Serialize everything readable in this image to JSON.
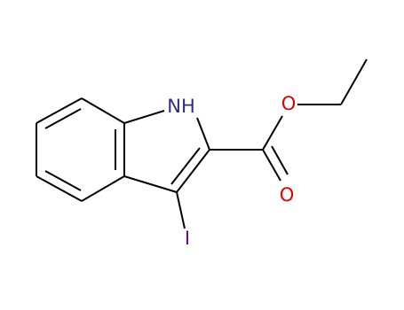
{
  "structure": {
    "atoms": [
      {
        "id": "nh",
        "text": "NH",
        "color": "#2e2e86"
      },
      {
        "id": "o-ester",
        "text": "O",
        "color": "#e00000"
      },
      {
        "id": "o-carbonyl",
        "text": "O",
        "color": "#e00000"
      },
      {
        "id": "iodine",
        "text": "I",
        "color": "#6a0a86"
      }
    ],
    "bond_color": "#000000"
  }
}
